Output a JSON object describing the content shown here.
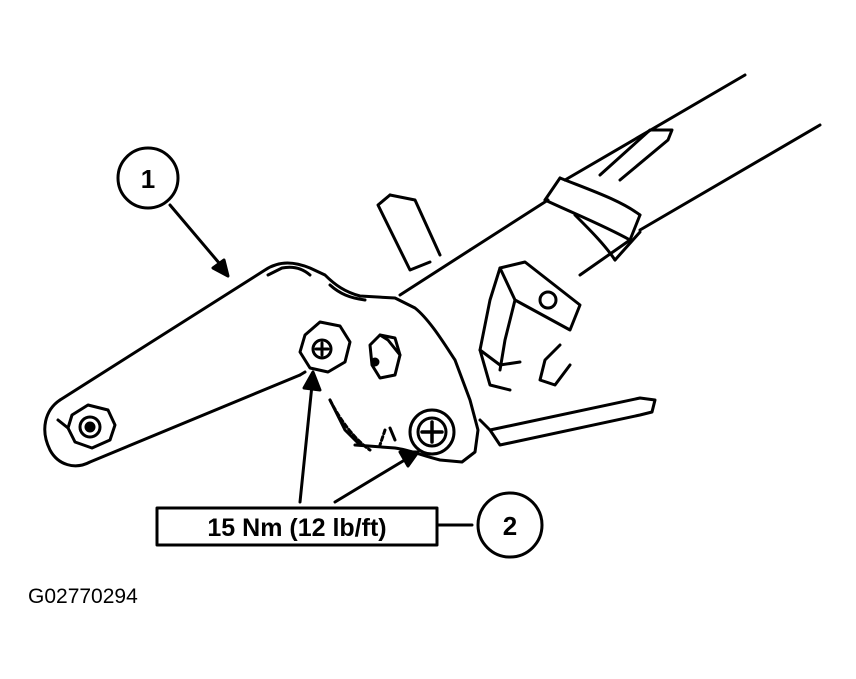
{
  "diagram": {
    "callouts": [
      {
        "number": "1"
      },
      {
        "number": "2"
      }
    ],
    "torque_spec": "15 Nm (12 lb/ft)",
    "figure_id": "G02770294",
    "colors": {
      "ink": "#000000",
      "paper": "#ffffff"
    }
  }
}
